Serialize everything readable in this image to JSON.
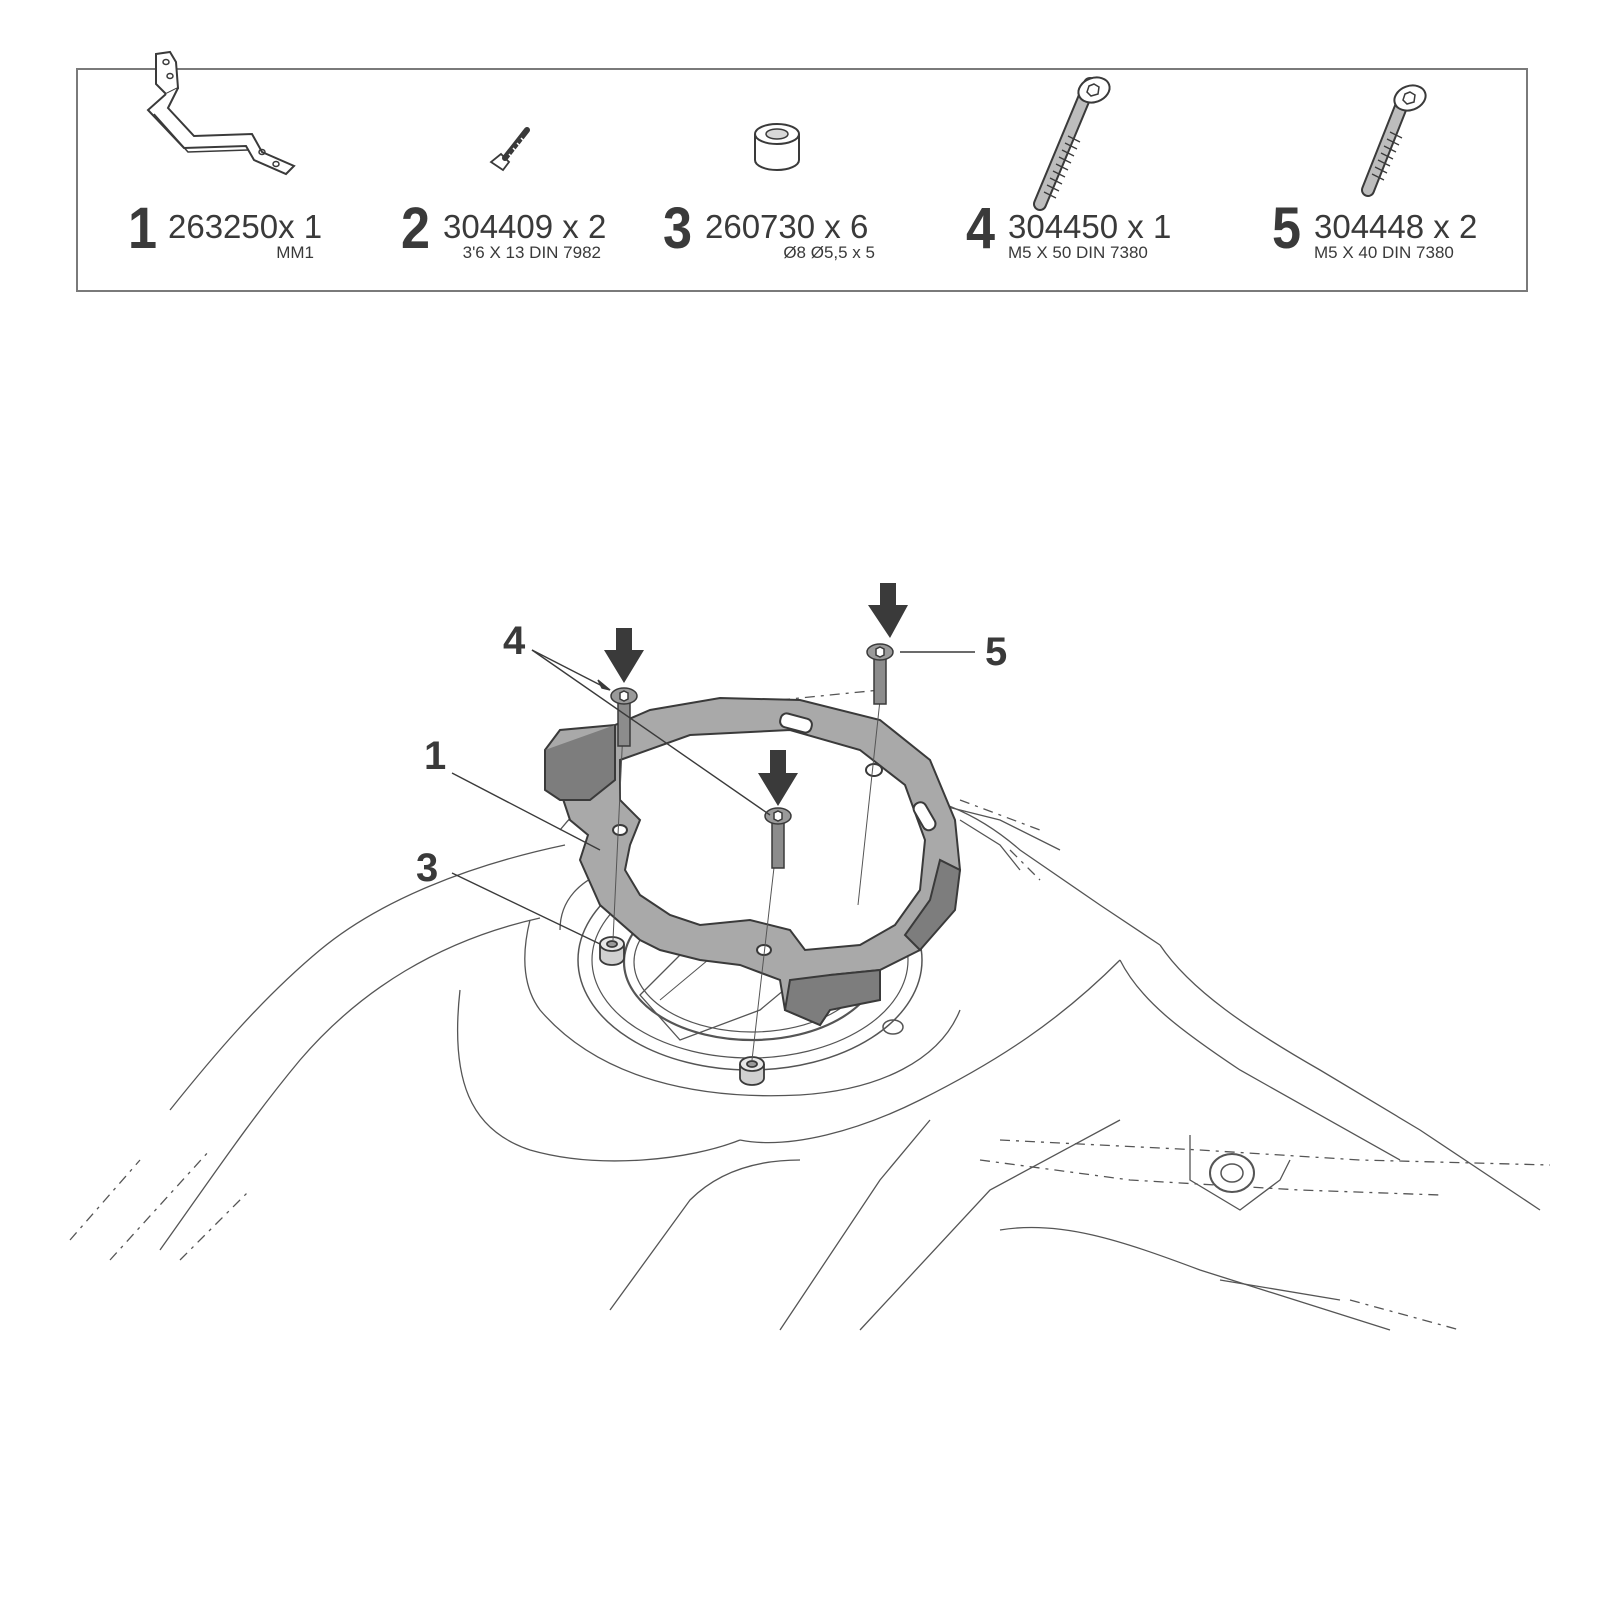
{
  "parts": [
    {
      "number": "1",
      "code": "263250x 1",
      "spec": "MM1",
      "icon": "tank-ring-bracket-icon"
    },
    {
      "number": "2",
      "code": "304409 x 2",
      "spec": "3'6 X 13 DIN 7982",
      "icon": "self-tapping-screw-icon"
    },
    {
      "number": "3",
      "code": "260730 x 6",
      "spec": "Ø8 Ø5,5 x 5",
      "icon": "spacer-icon"
    },
    {
      "number": "4",
      "code": "304450 x 1",
      "spec": "M5 X 50 DIN 7380",
      "icon": "long-bolt-icon"
    },
    {
      "number": "5",
      "code": "304448 x 2",
      "spec": "M5 X 40 DIN 7380",
      "icon": "bolt-icon"
    }
  ],
  "callouts": {
    "c1": "1",
    "c3": "3",
    "c4": "4",
    "c5": "5"
  },
  "colors": {
    "line": "#3a3a3a",
    "part_fill": "#a9a9a9",
    "part_dark": "#7d7d7d",
    "outline": "#7a7a7a"
  }
}
